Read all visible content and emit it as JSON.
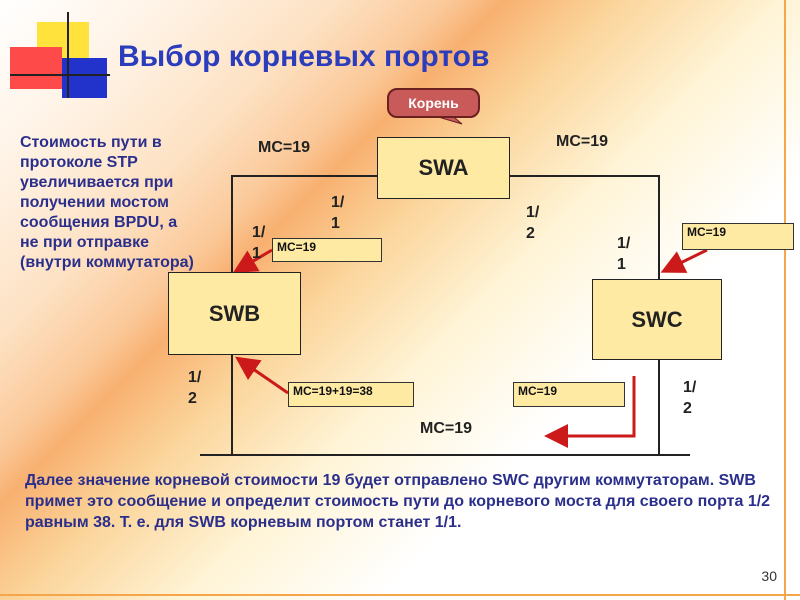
{
  "title": "Выбор корневых портов",
  "root_badge": "Корень",
  "switches": {
    "swa": "SWA",
    "swb": "SWB",
    "swc": "SWC"
  },
  "link_costs": {
    "swa_swb": "MC=19",
    "swa_swc": "MC=19",
    "swb_swc": "MC=19"
  },
  "ports": {
    "swa_left": "1/\n1",
    "swa_right": "1/\n2",
    "swb_top": "1/\n1",
    "swb_bottom": "1/\n2",
    "swc_top": "1/\n1",
    "swc_bottom": "1/\n2"
  },
  "bpdu": {
    "to_swb_port1": "MC=19",
    "to_swc_port1": "MC=19",
    "swb_port2": "MC=19+19=38",
    "swc_port2": "MC=19"
  },
  "left_note": "Стоимость пути в протоколе STP увеличивается при получении мостом сообщения BPDU, а не при отправке (внутри коммутатора)",
  "bottom_note": "Далее значение корневой стоимости 19 будет отправлено SWC другим коммутаторам. SWB примет это сообщение и определит стоимость пути до корневого моста для своего порта 1/2  равным 38. Т. е. для SWB корневым портом станет 1/1.",
  "page_number": "30",
  "colors": {
    "title": "#2b3dbd",
    "note_text": "#2b2f8c",
    "box_fill": "#ffeaa4",
    "root_badge": "#c85a5a",
    "arrow": "#cc1a1a"
  }
}
